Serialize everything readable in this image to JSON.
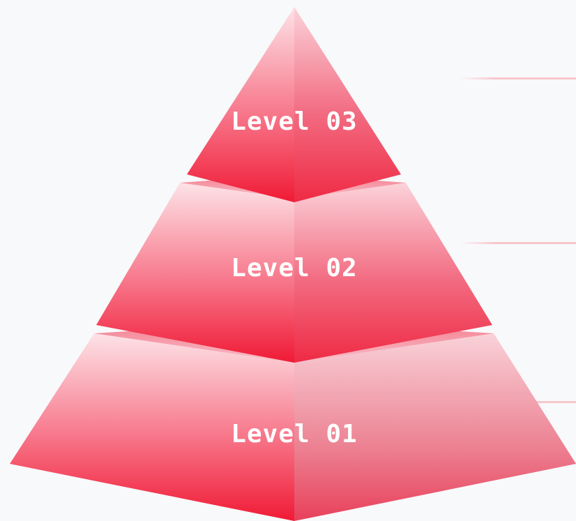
{
  "levels": [
    {
      "label": "Level 03"
    },
    {
      "label": "Level 02"
    },
    {
      "label": "Level 01"
    }
  ],
  "colors": {
    "background": "#f8f9fb",
    "accent": "#f01a35",
    "light": "#fde3e7",
    "connector": "#f7c6cd"
  }
}
